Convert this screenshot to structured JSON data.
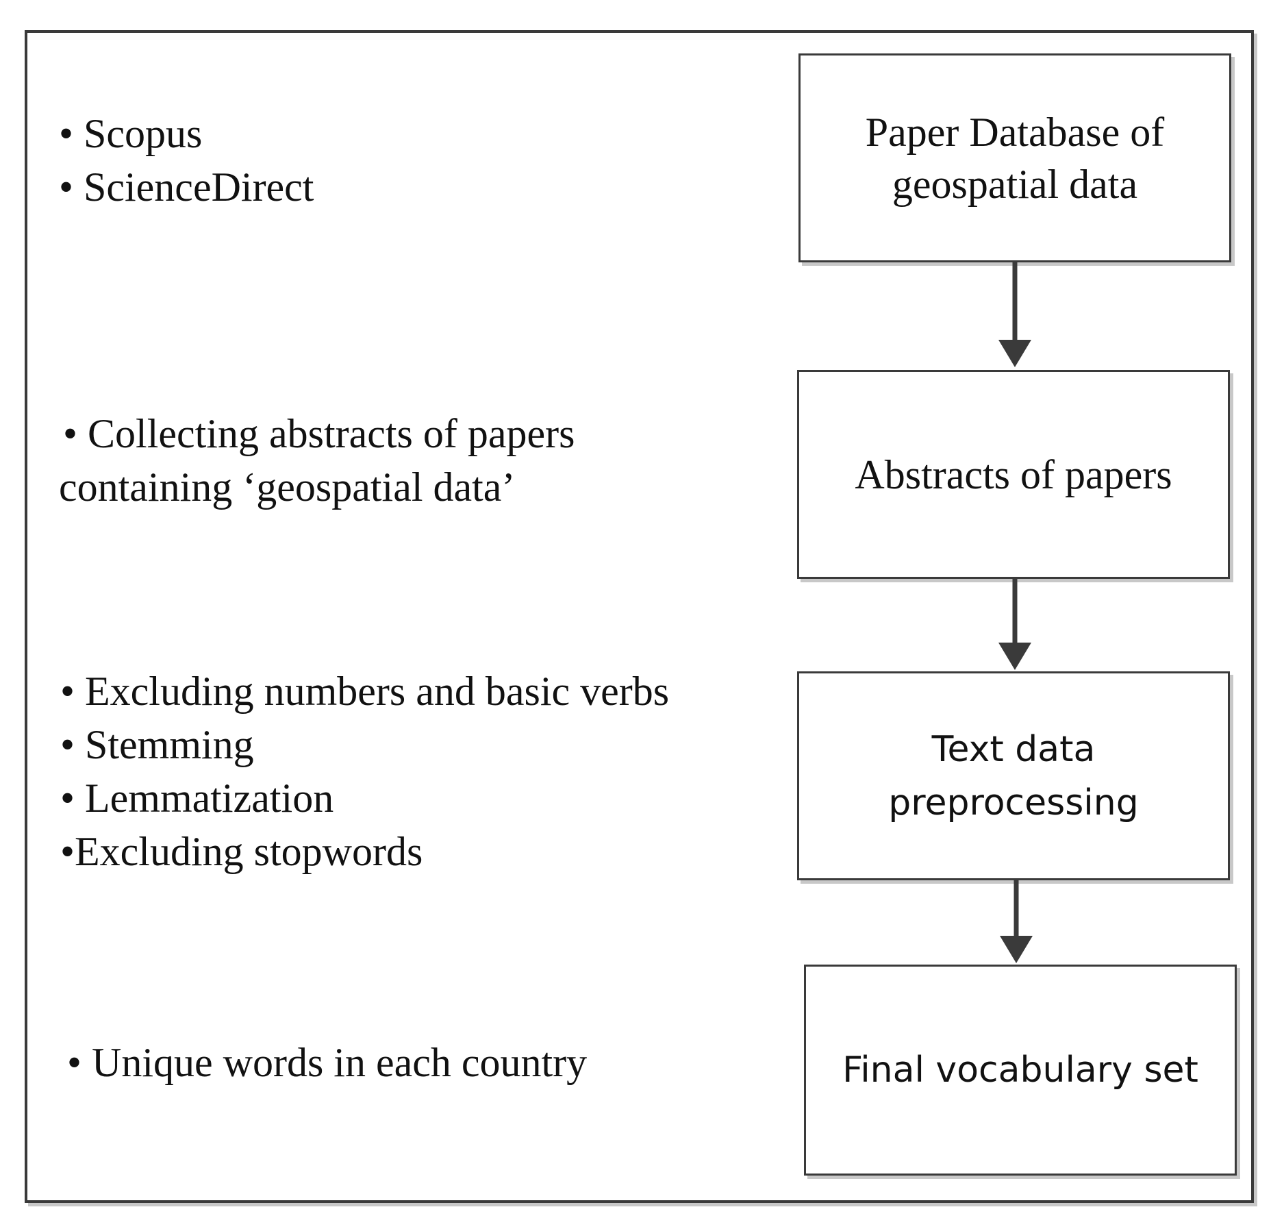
{
  "notes": {
    "sources": [
      "• Scopus",
      "• ScienceDirect"
    ],
    "collecting": [
      "• Collecting abstracts of papers",
      "containing ‘geospatial data’"
    ],
    "preprocessing": [
      "• Excluding numbers and basic verbs",
      "• Stemming",
      "• Lemmatization",
      "•Excluding  stopwords"
    ],
    "unique": [
      "• Unique words in each country"
    ]
  },
  "boxes": {
    "paper_database": [
      "Paper Database of",
      "geospatial data"
    ],
    "abstracts": [
      "Abstracts of papers"
    ],
    "text_preprocessing": [
      "Text data",
      "preprocessing"
    ],
    "final_vocabulary": [
      "Final vocabulary set"
    ]
  }
}
